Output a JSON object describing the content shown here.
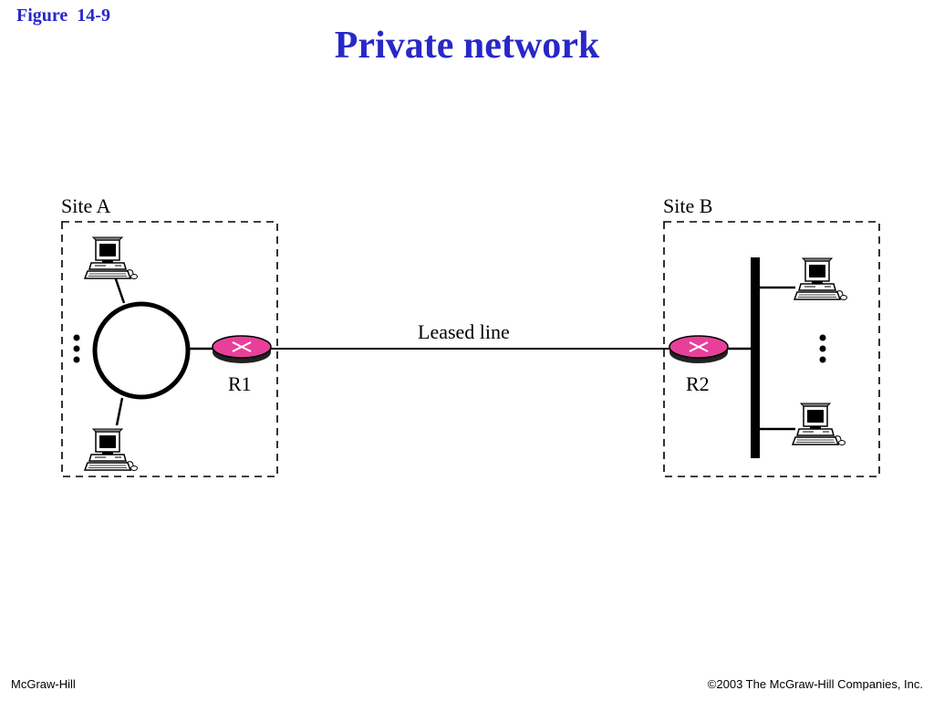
{
  "figure_label": "Figure  14-9",
  "title": "Private network",
  "site_a_label": "Site A",
  "site_b_label": "Site B",
  "link_label": "Leased line",
  "router_1_label": "R1",
  "router_2_label": "R2",
  "footer_left": "McGraw-Hill",
  "footer_right": "©2003 The McGraw-Hill Companies, Inc.",
  "colors": {
    "title": "#2828c8",
    "router": "#e8409a"
  }
}
